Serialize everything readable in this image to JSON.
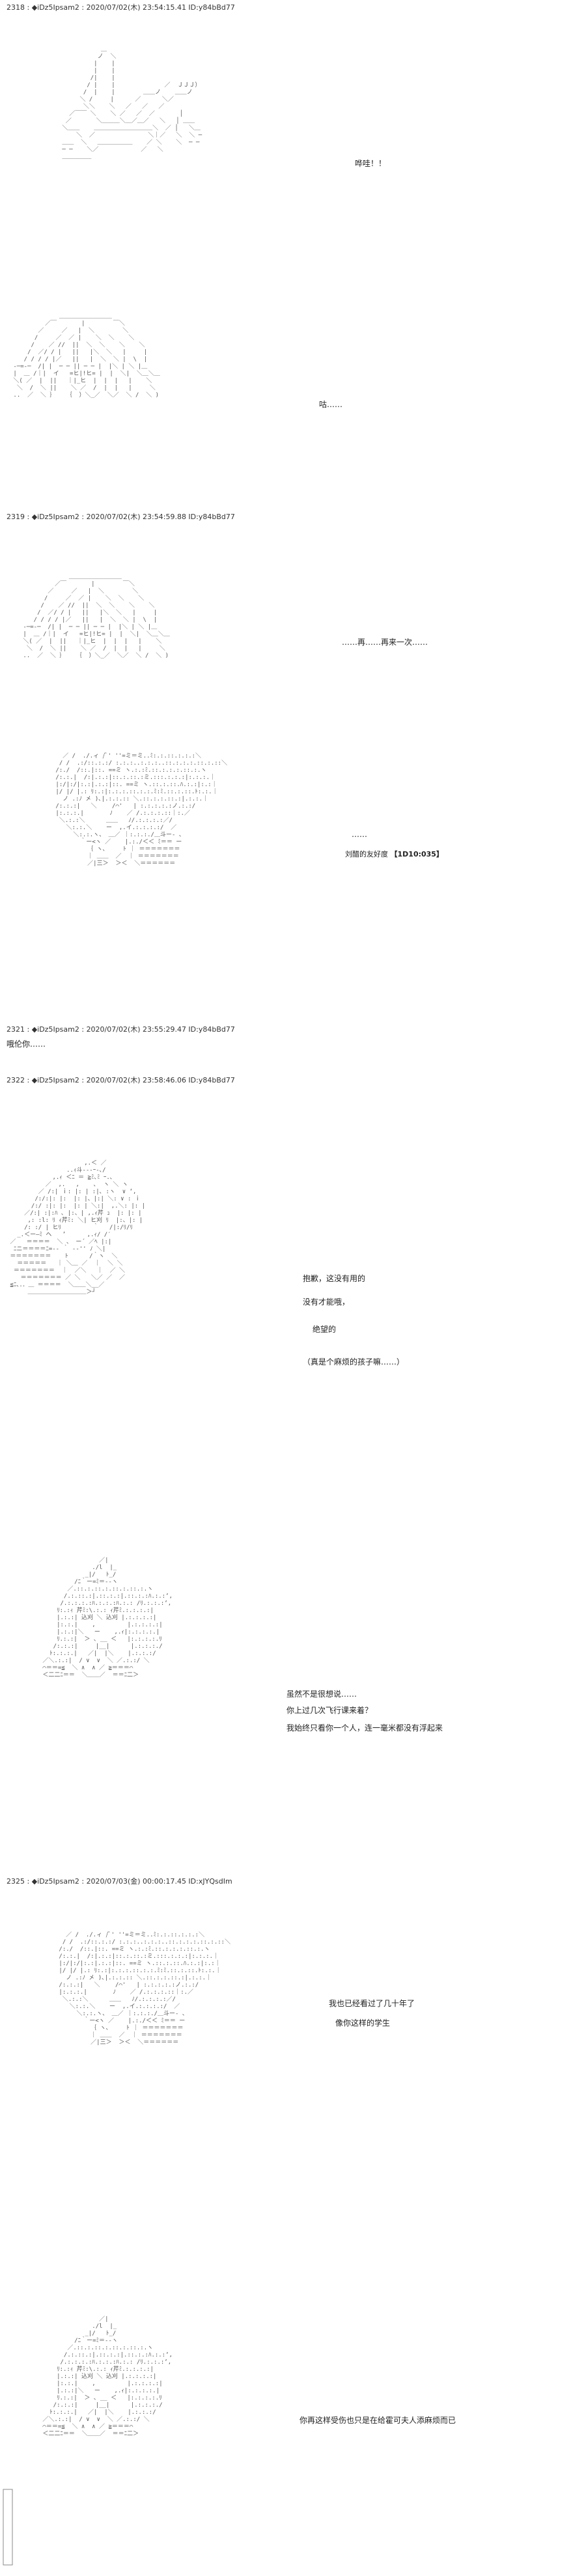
{
  "posts": [
    {
      "header": "2318 : ◆iDz5Ipsam2 : 2020/07/02(木) 23:54:15.41 ID:y84bBd77",
      "lines": [
        "哗哇！！",
        "咕……"
      ]
    },
    {
      "header": "2319 : ◆iDz5Ipsam2 : 2020/07/02(木) 23:54:59.88 ID:y84bBd77",
      "lines": [
        "……再……再来一次……"
      ],
      "label": "刘醋的友好度",
      "label_value": "【1D10:035】"
    },
    {
      "header": "2321 : ◆iDz5Ipsam2 : 2020/07/02(木) 23:55:29.47 ID:y84bBd77",
      "lines": [
        "哦伦你……"
      ]
    },
    {
      "header": "2322 : ◆iDz5Ipsam2 : 2020/07/02(木) 23:58:46.06 ID:y84bBd77",
      "lines": [
        "抱歉，这没有用的",
        "没有才能哦，",
        "绝望的",
        "（真是个麻烦的孩子嘛……）",
        "虽然不是很想说……",
        "你上过几次飞行课来着？",
        "我始终只看你一个人，连一毫米都没有浮起来"
      ]
    },
    {
      "header": "2325 : ◆iDz5Ipsam2 : 2020/07/03(金) 00:00:17.45 ID:xJYQsdIm",
      "lines": [
        "我也已经看过了几十年了",
        "像你这样的学生",
        "你再这样受伤也只是在给霍可夫人添麻烦而已"
      ]
    }
  ],
  "icons": {
    "watermark": "vertical-site-logo"
  }
}
